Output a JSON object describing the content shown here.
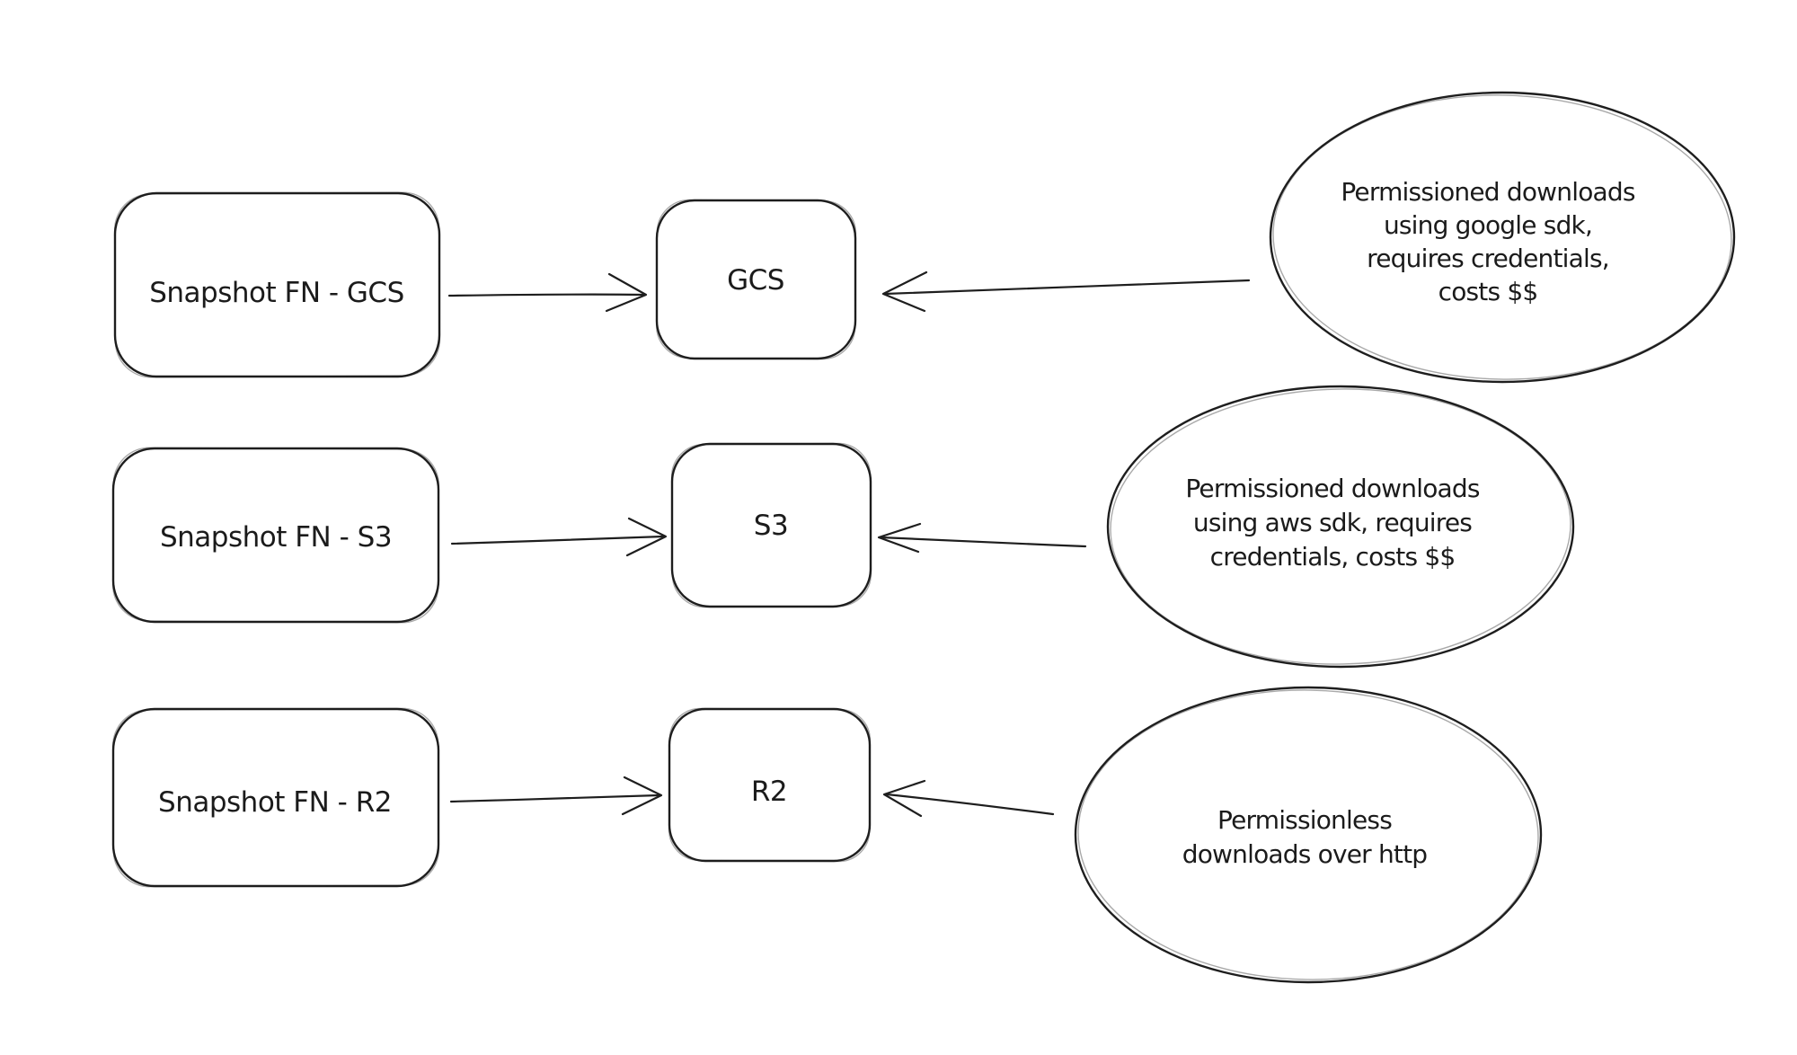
{
  "canvas": {
    "background": "#ffffff",
    "ink": "#1e1e1e"
  },
  "rows": [
    {
      "id": "gcs",
      "source_label": "Snapshot FN - GCS",
      "target_label": "GCS",
      "note_lines": [
        "Permissioned downloads",
        "using google sdk,",
        "requires credentials,",
        "costs $$"
      ]
    },
    {
      "id": "s3",
      "source_label": "Snapshot FN - S3",
      "target_label": "S3",
      "note_lines": [
        "Permissioned downloads",
        "using aws sdk, requires",
        "credentials, costs $$"
      ]
    },
    {
      "id": "r2",
      "source_label": "Snapshot FN - R2",
      "target_label": "R2",
      "note_lines": [
        "Permissionless",
        "downloads over http"
      ]
    }
  ]
}
